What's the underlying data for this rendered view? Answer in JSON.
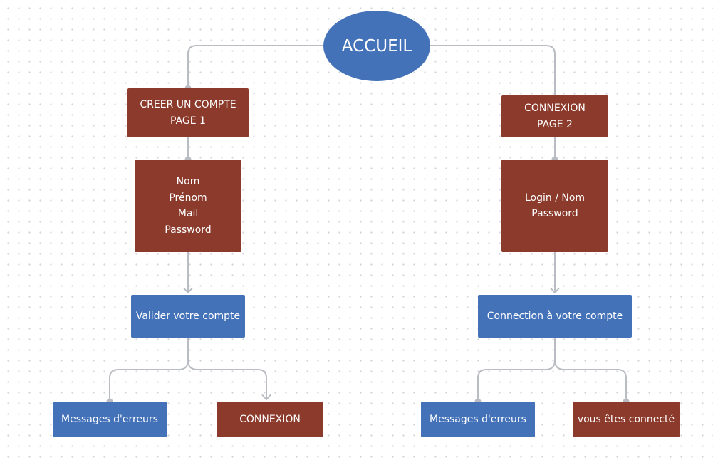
{
  "diagram": {
    "accueil": {
      "label": "ACCUEIL",
      "color": "#4472b9"
    },
    "left": {
      "creer_compte": {
        "label": "CREER UN COMPTE\nPAGE 1",
        "color": "#8b3a2b"
      },
      "form_fields": {
        "label": "Nom\nPrénom\nMail\nPassword",
        "color": "#8b3a2b"
      },
      "valider": {
        "label": "Valider votre compte",
        "color": "#4472b9"
      },
      "messages": {
        "label": "Messages d'erreurs",
        "color": "#4472b9"
      },
      "connexion": {
        "label": "CONNEXION",
        "color": "#8b3a2b"
      }
    },
    "right": {
      "connexion_page": {
        "label": "CONNEXION\nPAGE 2",
        "color": "#8b3a2b"
      },
      "login_fields": {
        "label": "Login / Nom\nPassword",
        "color": "#8b3a2b"
      },
      "connection": {
        "label": "Connection à votre compte",
        "color": "#4472b9"
      },
      "messages": {
        "label": "Messages d'erreurs",
        "color": "#4472b9"
      },
      "connecte": {
        "label": "vous êtes connecté",
        "color": "#8b3a2b"
      }
    },
    "connector_color": "#b9bcc2"
  }
}
